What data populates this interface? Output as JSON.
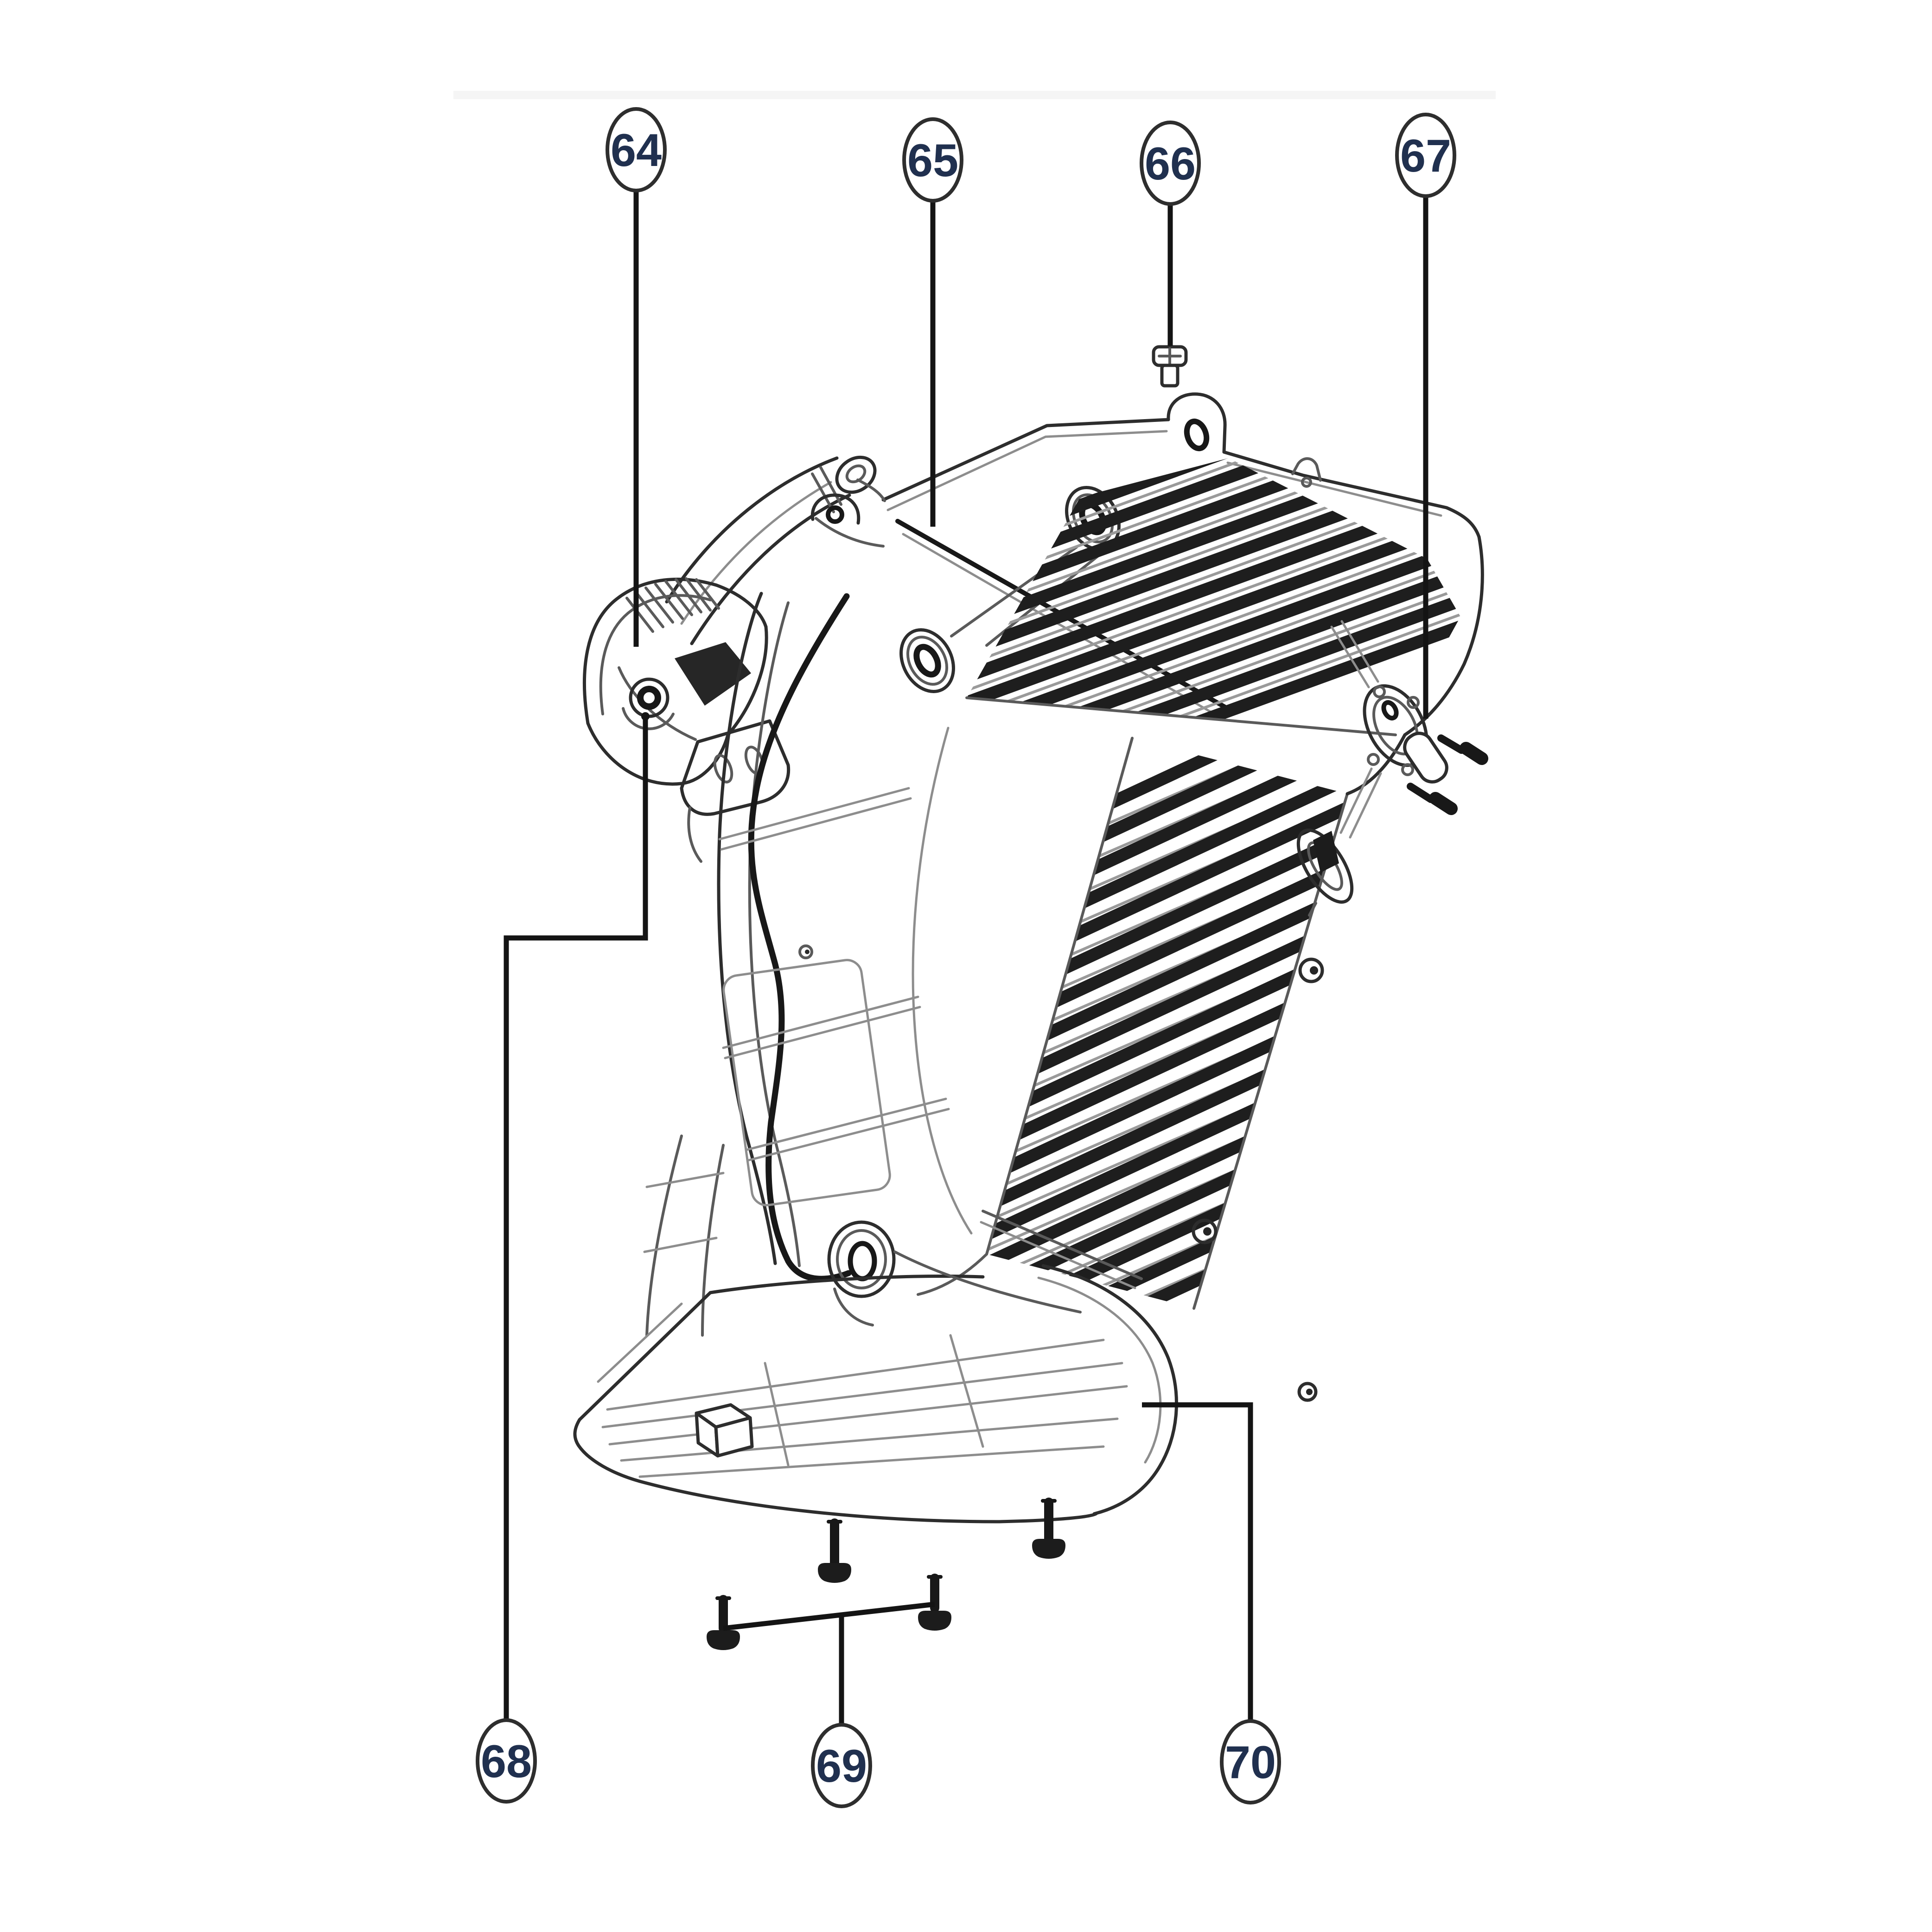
{
  "figure": {
    "type": "exploded-parts-diagram",
    "background": "#ffffff",
    "ink_color": "#2d2d2d",
    "leader_color": "#141414",
    "callout_text_color": "#20304f",
    "top_band_color": "#f5f5f5",
    "callouts": [
      {
        "label": "64"
      },
      {
        "label": "65"
      },
      {
        "label": "66"
      },
      {
        "label": "67"
      },
      {
        "label": "68"
      },
      {
        "label": "69"
      },
      {
        "label": "70"
      }
    ]
  }
}
